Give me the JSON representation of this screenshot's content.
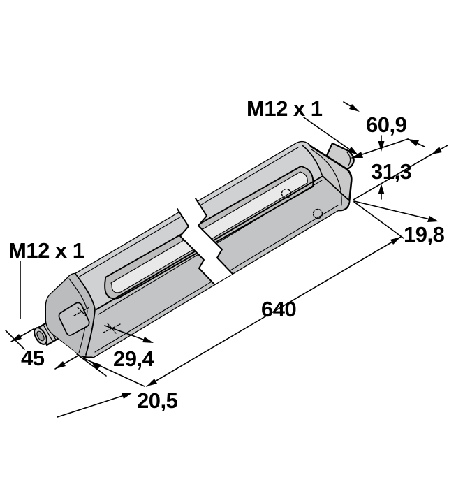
{
  "drawing": {
    "title": "Sensor dimensional drawing",
    "labels": {
      "connector_top": "M12 x 1",
      "connector_left": "M12 x 1",
      "dim_end_width": "60,9",
      "dim_end_height": "31,3",
      "dim_end_depth": "19,8",
      "dim_length": "640",
      "dim_connector_length": "45",
      "dim_hole_offset": "29,4",
      "dim_end_offset": "20,5"
    },
    "colors": {
      "outline": "#000000",
      "body_base": "#c9c9c9",
      "body_top": "#d0d1d2",
      "body_side": "#c3c4c5",
      "body_end": "#bbbcbd",
      "slot_wall": "#bdbdbd",
      "slot_floor": "#e9e9e9",
      "connector_metal": "#cccccc",
      "connector_tip": "#a9a9a9",
      "background": "#ffffff"
    }
  }
}
